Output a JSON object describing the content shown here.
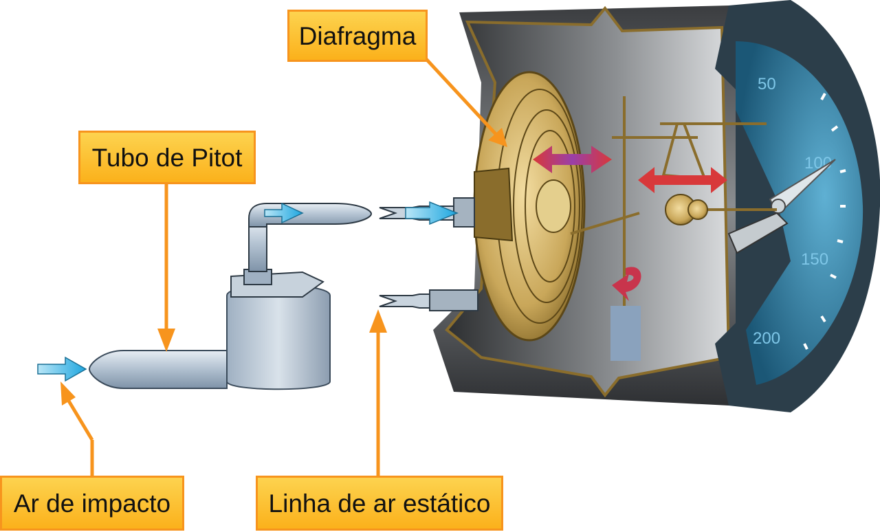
{
  "labels": {
    "diafragma": "Diafragma",
    "tubo_pitot": "Tubo de Pitot",
    "ar_impacto": "Ar de impacto",
    "linha_estatica": "Linha de ar estático"
  },
  "dial": {
    "marks": [
      "50",
      "100",
      "150",
      "200"
    ]
  },
  "colors": {
    "callout_fill": "#fbb11b",
    "callout_border": "#f7941d",
    "leader_line": "#f7941d",
    "flow_arrow": "#29abe2",
    "case_gray": "#5a5d60",
    "brass": "#c9a75a",
    "dial_face": "#2f7fa3",
    "motion_arrow": "#d8383a"
  }
}
